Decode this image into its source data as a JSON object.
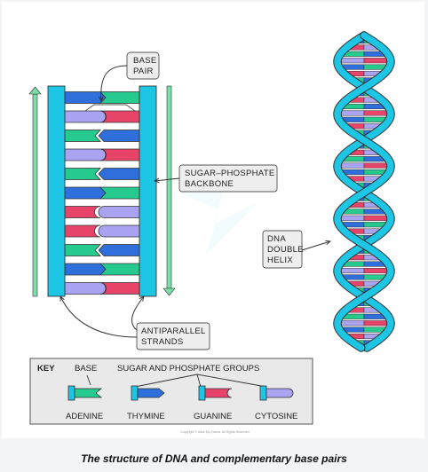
{
  "colors": {
    "backbone": "#1ec6e6",
    "adenine": "#26c98e",
    "thymine": "#2f6fdc",
    "guanine": "#e8446a",
    "cytosine": "#a9a3f2",
    "arrow": "#7be0a8",
    "label_bg": "#eeeeee"
  },
  "labels": {
    "base_pair": [
      "BASE",
      "PAIR"
    ],
    "backbone": [
      "SUGAR–PHOSPHATE",
      "BACKBONE"
    ],
    "helix": [
      "DNA",
      "DOUBLE",
      "HELIX"
    ],
    "antiparallel": [
      "ANTIPARALLEL",
      "STRANDS"
    ]
  },
  "ladder_pairs": [
    {
      "left": "thymine",
      "right": "adenine"
    },
    {
      "left": "cytosine",
      "right": "guanine"
    },
    {
      "left": "adenine",
      "right": "thymine"
    },
    {
      "left": "cytosine",
      "right": "guanine"
    },
    {
      "left": "adenine",
      "right": "thymine"
    },
    {
      "left": "thymine",
      "right": "adenine"
    },
    {
      "left": "guanine",
      "right": "cytosine"
    },
    {
      "left": "guanine",
      "right": "cytosine"
    },
    {
      "left": "adenine",
      "right": "thymine"
    },
    {
      "left": "thymine",
      "right": "adenine"
    },
    {
      "left": "cytosine",
      "right": "guanine"
    }
  ],
  "key": {
    "title": "KEY",
    "base_label": "BASE",
    "groups_label": "SUGAR  AND  PHOSPHATE  GROUPS",
    "items": [
      {
        "name": "ADENINE",
        "base": "adenine"
      },
      {
        "name": "THYMINE",
        "base": "thymine"
      },
      {
        "name": "GUANINE",
        "base": "guanine"
      },
      {
        "name": "CYTOSINE",
        "base": "cytosine"
      }
    ]
  },
  "watermark": "Copyright © Save My Exams. All Rights Reserved",
  "caption": "The structure of DNA and complementary base pairs"
}
